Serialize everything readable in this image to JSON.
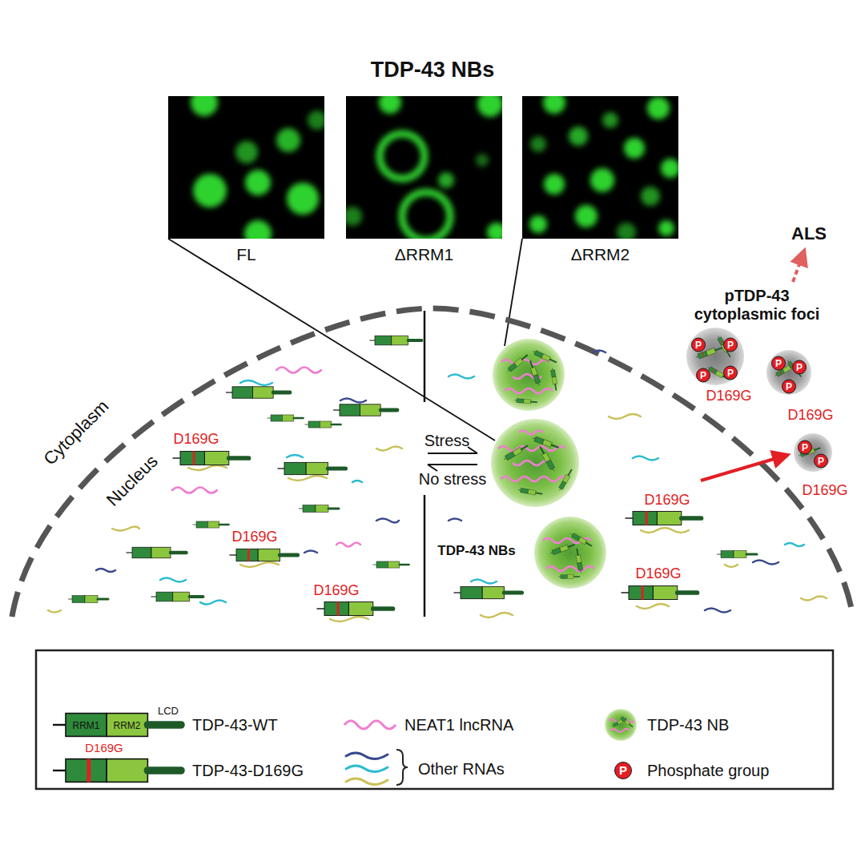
{
  "diagram": {
    "title": "TDP-43 NBs",
    "nodes": [
      {
        "text": [
          "FL"
        ]
      },
      {
        "text": [
          "ΔRRM1"
        ]
      },
      {
        "text": [
          "ΔRRM2"
        ]
      }
    ],
    "labels": [
      "ALS",
      "pTDP-43 cytoplasmic foci",
      "Cytoplasm",
      "Nucleus",
      "Stress",
      "No stress",
      "TDP-43 NBs",
      "D169G",
      "D169G",
      "D169G",
      "D169G",
      "D169G",
      "D169G",
      "D169G",
      "D169G",
      "P",
      "P",
      "P",
      "P",
      "P",
      "P",
      "P",
      "P",
      "P",
      "RRM1",
      "RRM2",
      "LCD",
      "D169G",
      "P"
    ],
    "legend": [
      {
        "text": "TDP-43-WT"
      },
      {
        "text": "NEAT1 lncRNA"
      },
      {
        "text": "TDP-43 NB"
      },
      {
        "text": "TDP-43-D169G"
      },
      {
        "text": "Other RNAs"
      },
      {
        "text": "Phosphate group"
      }
    ]
  }
}
